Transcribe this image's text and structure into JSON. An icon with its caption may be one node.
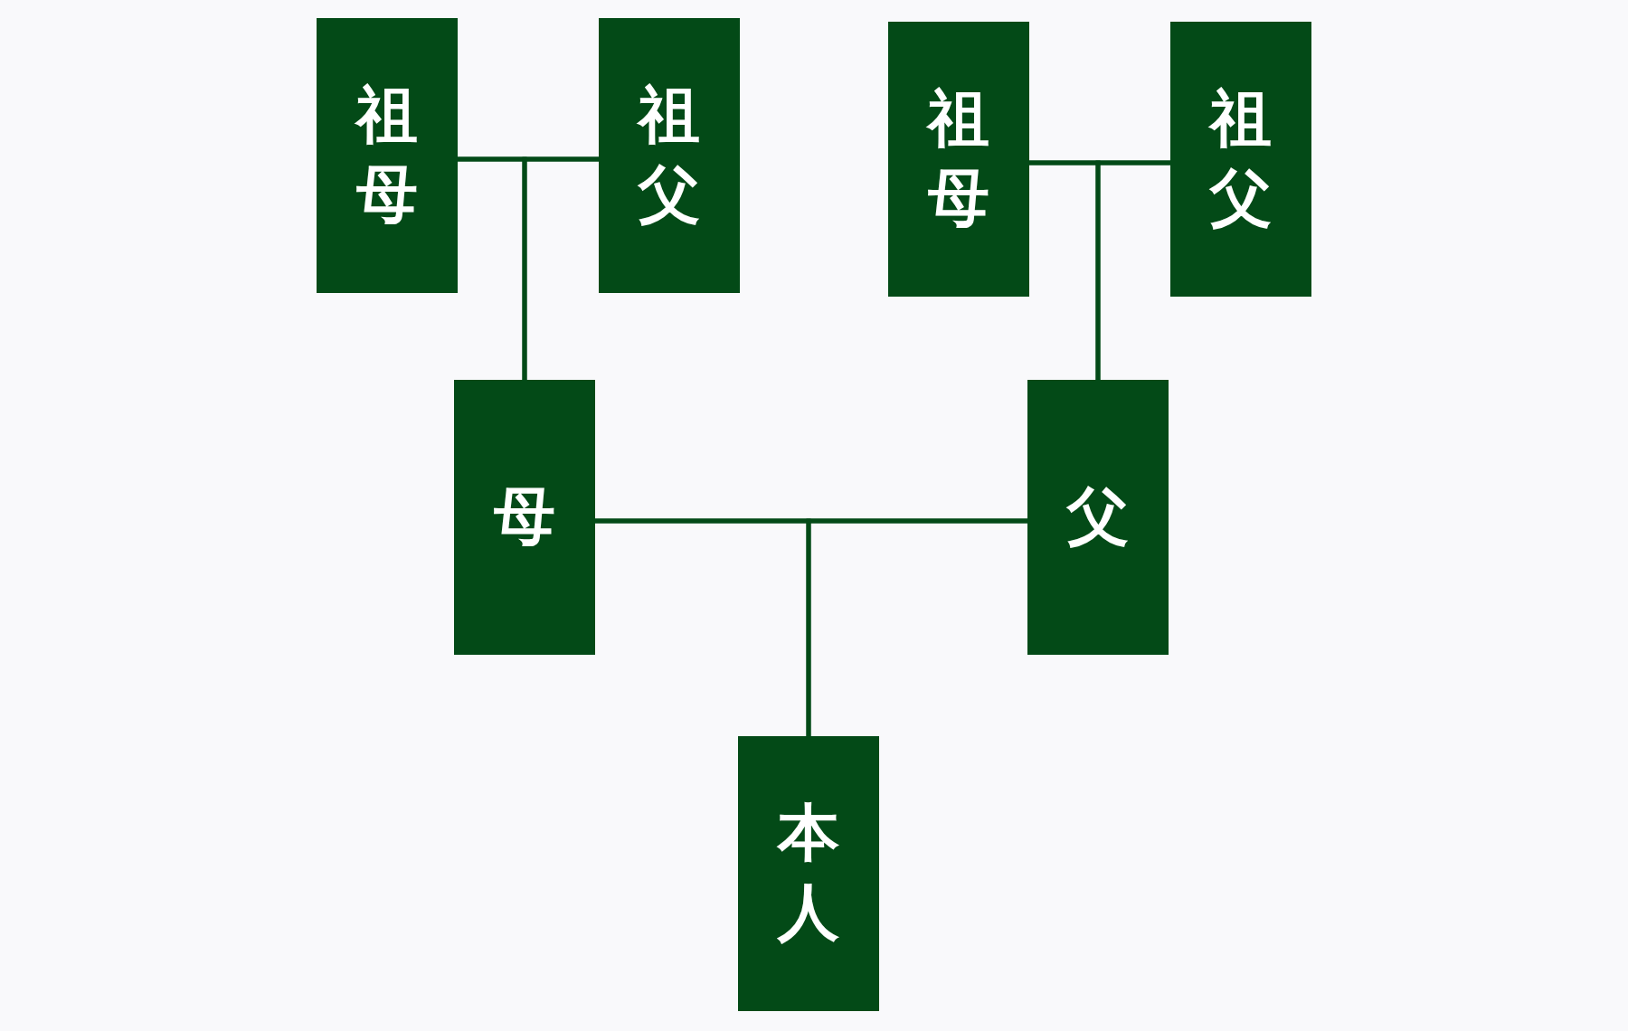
{
  "diagram": {
    "nodes": [
      {
        "text": [
          "祖母"
        ]
      },
      {
        "text": [
          "祖父"
        ]
      },
      {
        "text": [
          "祖母"
        ]
      },
      {
        "text": [
          "祖父"
        ]
      },
      {
        "text": [
          "母"
        ]
      },
      {
        "text": [
          "父"
        ]
      },
      {
        "text": [
          "本人"
        ]
      }
    ],
    "edges": [
      {
        "from": 0,
        "to": 1,
        "arrow": "none"
      },
      {
        "from": 0,
        "to": 4,
        "arrow": "none"
      },
      {
        "from": 1,
        "to": 4,
        "arrow": "none"
      },
      {
        "from": 2,
        "to": 3,
        "arrow": "none"
      },
      {
        "from": 2,
        "to": 5,
        "arrow": "none"
      },
      {
        "from": 3,
        "to": 5,
        "arrow": "none"
      },
      {
        "from": 4,
        "to": 5,
        "arrow": "none"
      },
      {
        "from": 4,
        "to": 6,
        "arrow": "none"
      },
      {
        "from": 5,
        "to": 6,
        "arrow": "none"
      }
    ]
  }
}
